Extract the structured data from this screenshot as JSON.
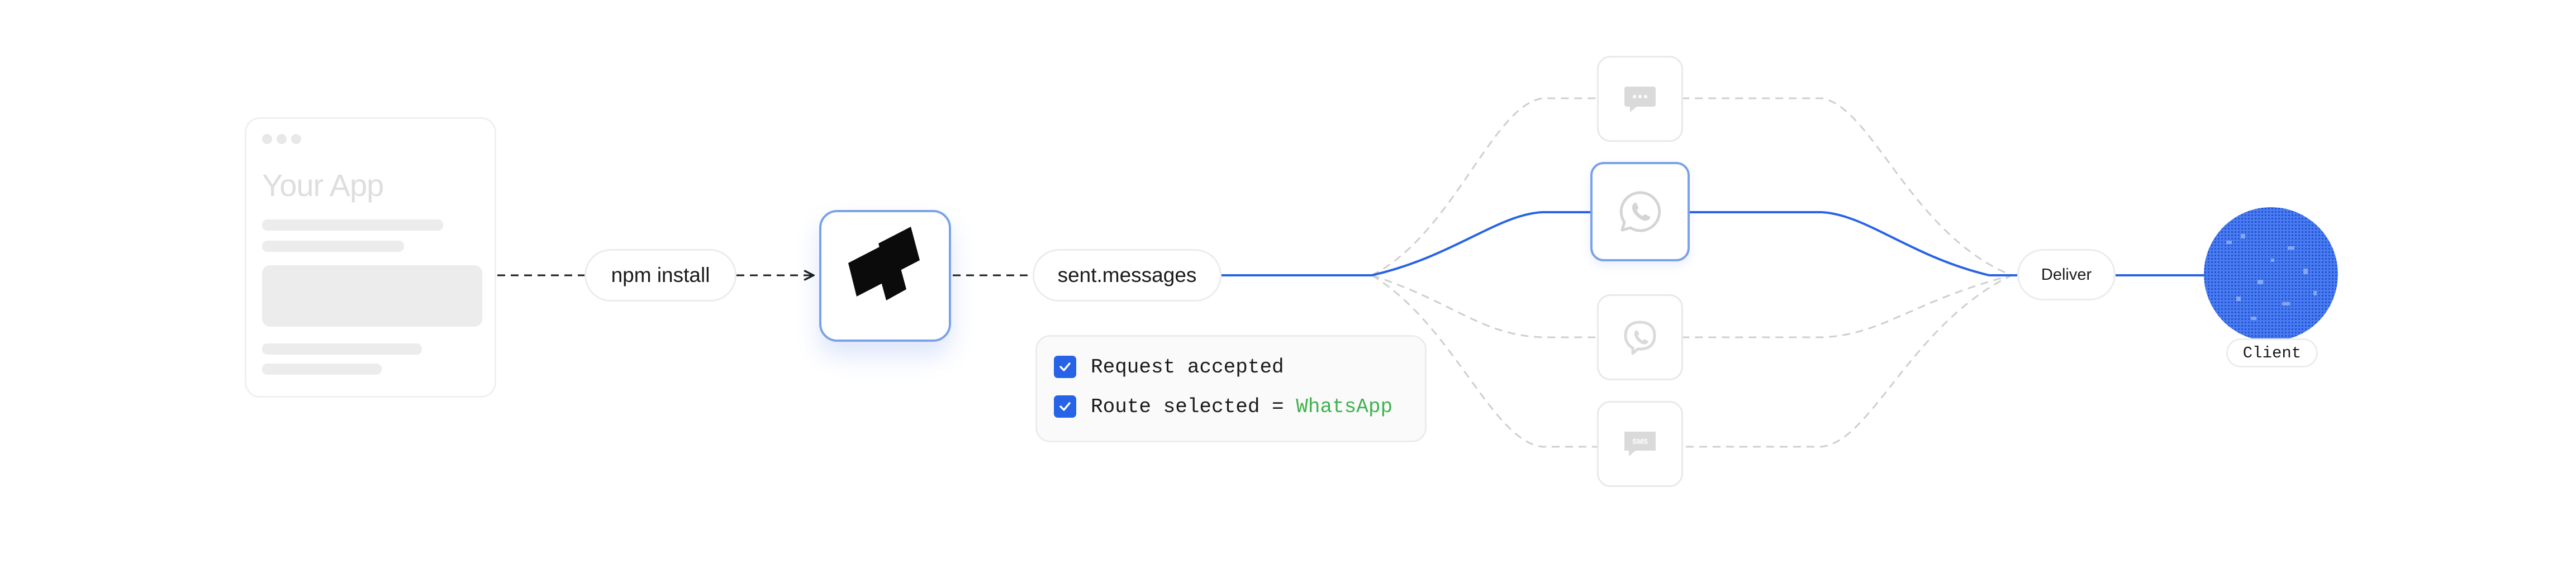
{
  "app": {
    "title": "Your App"
  },
  "steps": {
    "install_label": "npm install",
    "endpoint_label": "sent.messages"
  },
  "status": {
    "items": [
      {
        "text": "Request accepted",
        "highlight": ""
      },
      {
        "text": "Route selected = ",
        "highlight": "WhatsApp"
      }
    ]
  },
  "channels": [
    {
      "icon": "chat-bubble-icon",
      "active": false
    },
    {
      "icon": "whatsapp-icon",
      "active": true
    },
    {
      "icon": "viber-icon",
      "active": false
    },
    {
      "icon": "sms-icon",
      "active": false
    }
  ],
  "channel_texts": {
    "sms": "SMS"
  },
  "deliver_label": "Deliver",
  "client_label": "Client",
  "colors": {
    "accent": "#2763e6",
    "active_border": "#7aa2ea",
    "highlight_text": "#3fb24f",
    "muted_icon": "#dadada",
    "dashed_path": "#cfcfcf"
  }
}
